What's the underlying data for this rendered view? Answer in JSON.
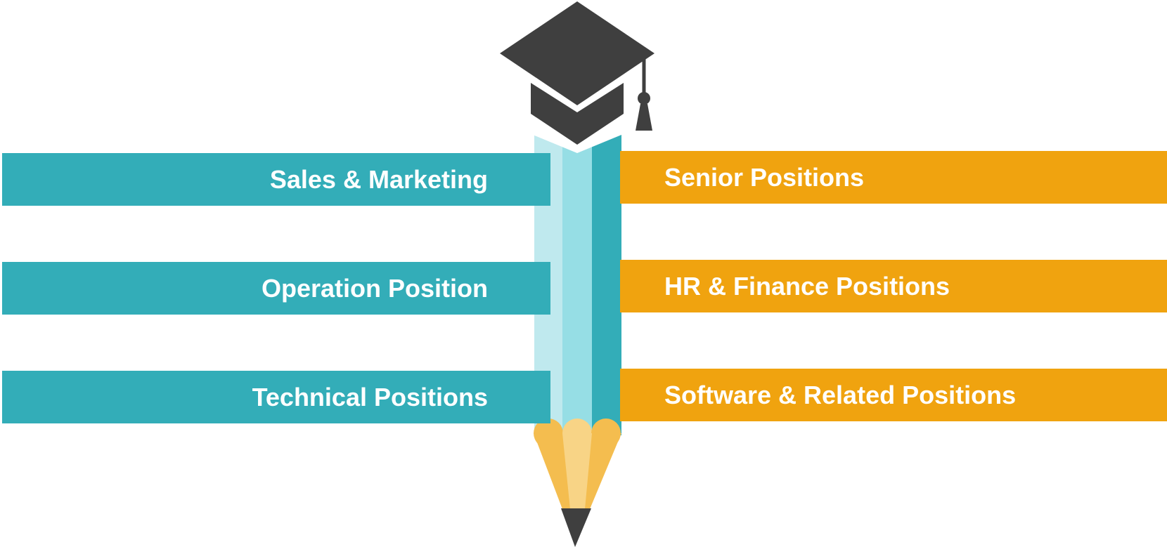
{
  "colors": {
    "teal": "#33adb8",
    "orange": "#f0a30f",
    "cap": "#3f3f3f",
    "pencil_light": "#bfe9ee",
    "pencil_mid": "#96dee5",
    "pencil_dark": "#33adb8",
    "wood_outer": "#f4bd4f",
    "wood_inner": "#f8d486",
    "lead": "#3f3f3f"
  },
  "left_items": [
    {
      "label": "Sales & Marketing"
    },
    {
      "label": "Operation Position"
    },
    {
      "label": "Technical Positions"
    }
  ],
  "right_items": [
    {
      "label": "Senior Positions"
    },
    {
      "label": "HR & Finance Positions"
    },
    {
      "label": "Software & Related Positions"
    }
  ],
  "icons": {
    "cap": "graduation-cap-icon",
    "pencil": "pencil-icon"
  }
}
